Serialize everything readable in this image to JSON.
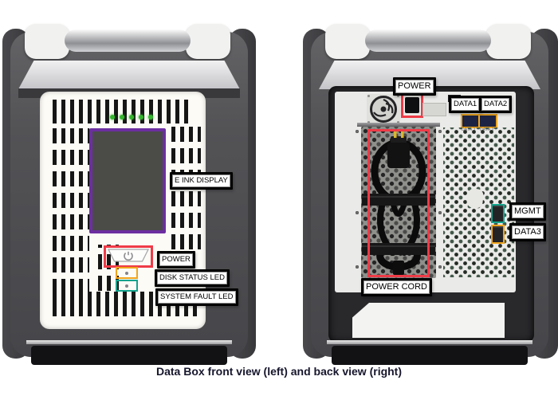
{
  "caption": "Data Box front view (left) and back view (right)",
  "colors": {
    "red": "#ef3b47",
    "orange": "#f0a51d",
    "teal": "#14a38d",
    "purple": "#6c2ea0",
    "caption": "#16162d"
  },
  "front_view": {
    "callouts": {
      "e_ink_display": "E INK DISPLAY",
      "power": "POWER",
      "disk_status_led": "DISK STATUS LED",
      "system_fault_led": "SYSTEM FAULT LED"
    }
  },
  "back_view": {
    "callouts": {
      "power": "POWER",
      "data1": "DATA1",
      "data2": "DATA2",
      "mgmt": "MGMT",
      "data3": "DATA3",
      "power_cord": "POWER CORD"
    },
    "port_sublabels": {
      "data1": "DATA 1",
      "data2": "DATA 2"
    }
  }
}
